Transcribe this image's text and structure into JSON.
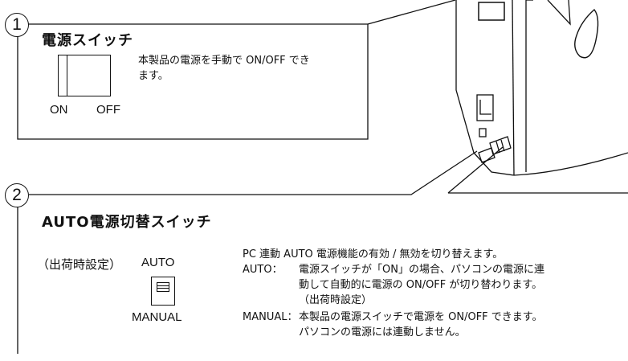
{
  "section1": {
    "number": "1",
    "title": "電源スイッチ",
    "desc_line1": "本製品の電源を手動で ON/OFF でき",
    "desc_line2": "ます。",
    "label_on": "ON",
    "label_off": "OFF"
  },
  "section2": {
    "number": "2",
    "title": "AUTO電源切替スイッチ",
    "factory_setting": "（出荷時設定）",
    "label_auto": "AUTO",
    "label_manual": "MANUAL",
    "intro": "PC 連動 AUTO 電源機能の有効 / 無効を切り替えます。",
    "auto_term": "AUTO：",
    "auto_line1": "電源スイッチが「ON」の場合、パソコンの電源に連",
    "auto_line2": "動して自動的に電源の ON/OFF が切り替わります。",
    "auto_line3": "（出荷時設定）",
    "manual_term": "MANUAL：",
    "manual_line1": "本製品の電源スイッチで電源を ON/OFF できます。",
    "manual_line2": "パソコンの電源には連動しません。"
  }
}
